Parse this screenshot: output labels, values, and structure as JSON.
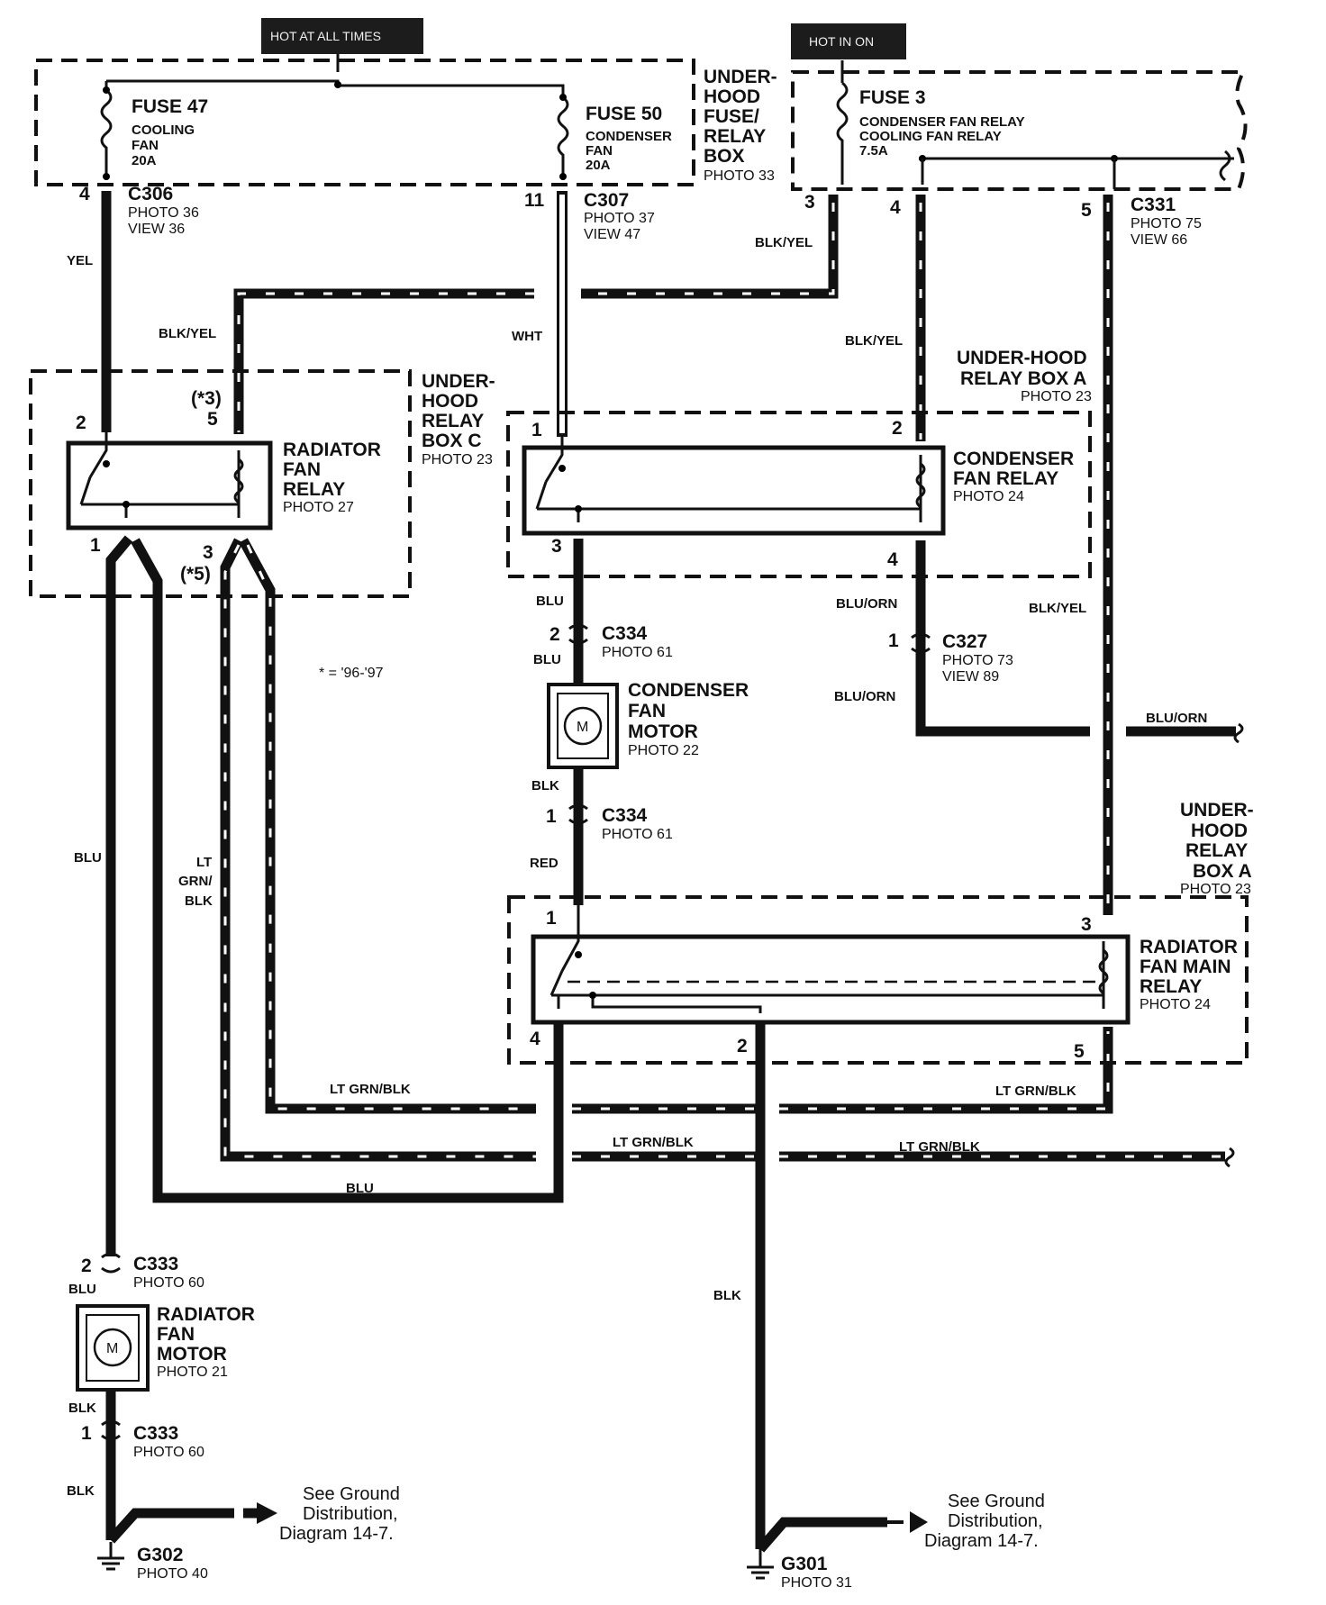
{
  "power_labels": {
    "hot_at_all_times": "HOT AT ALL TIMES",
    "hot_in_on": "HOT IN ON"
  },
  "underhood_fuse_box": {
    "line1": "UNDER-",
    "line2": "HOOD",
    "line3": "FUSE/",
    "line4": "RELAY",
    "line5": "BOX",
    "photo": "PHOTO 33"
  },
  "fuse47": {
    "name": "FUSE 47",
    "line1": "COOLING",
    "line2": "FAN",
    "rating": "20A"
  },
  "fuse50": {
    "name": "FUSE 50",
    "line1": "CONDENSER",
    "line2": "FAN",
    "rating": "20A"
  },
  "fuse3": {
    "name": "FUSE 3",
    "line1": "CONDENSER FAN RELAY",
    "line2": "COOLING FAN RELAY",
    "rating": "7.5A"
  },
  "c306": {
    "name": "C306",
    "photo": "PHOTO 36",
    "view": "VIEW 36",
    "pin": "4"
  },
  "c307": {
    "name": "C307",
    "photo": "PHOTO 37",
    "view": "VIEW 47",
    "pin": "11"
  },
  "c331": {
    "name": "C331",
    "photo": "PHOTO 75",
    "view": "VIEW 66",
    "pins": [
      "3",
      "4",
      "5"
    ]
  },
  "wires": {
    "yel": "YEL",
    "blk_yel": "BLK/YEL",
    "wht": "WHT",
    "blu": "BLU",
    "blu_orn": "BLU/ORN",
    "blk": "BLK",
    "red": "RED",
    "lt_grn_blk": "LT GRN/BLK",
    "lt": "LT",
    "grn": "GRN/",
    "blk2": "BLK"
  },
  "relay_box_c": {
    "line1": "UNDER-",
    "line2": "HOOD",
    "line3": "RELAY",
    "line4": "BOX C",
    "photo": "PHOTO 23"
  },
  "radiator_fan_relay": {
    "line1": "RADIATOR",
    "line2": "FAN",
    "line3": "RELAY",
    "photo": "PHOTO 27",
    "pins": {
      "p1": "1",
      "p2": "2",
      "p3": "3",
      "p5": "5",
      "n3": "(*3)",
      "n5": "(*5)"
    }
  },
  "relay_box_a_top": {
    "line1": "UNDER-HOOD",
    "line2": "RELAY BOX A",
    "photo": "PHOTO 23"
  },
  "condenser_fan_relay": {
    "line1": "CONDENSER",
    "line2": "FAN RELAY",
    "photo": "PHOTO 24",
    "pins": {
      "p1": "1",
      "p2": "2",
      "p3": "3",
      "p4": "4"
    }
  },
  "footnote": "* = '96-'97",
  "c334_top": {
    "name": "C334",
    "photo": "PHOTO 61",
    "pin": "2"
  },
  "c334_bot": {
    "name": "C334",
    "photo": "PHOTO 61",
    "pin": "1"
  },
  "c327": {
    "name": "C327",
    "photo": "PHOTO 73",
    "view": "VIEW 89",
    "pin": "1"
  },
  "condenser_fan_motor": {
    "line1": "CONDENSER",
    "line2": "FAN",
    "line3": "MOTOR",
    "photo": "PHOTO 22",
    "symbol": "M"
  },
  "relay_box_a_right": {
    "line1": "UNDER-",
    "line2": "HOOD",
    "line3": "RELAY",
    "line4": "BOX A",
    "photo": "PHOTO 23"
  },
  "radiator_fan_main_relay": {
    "line1": "RADIATOR",
    "line2": "FAN MAIN",
    "line3": "RELAY",
    "photo": "PHOTO 24",
    "pins": {
      "p1": "1",
      "p2": "2",
      "p3": "3",
      "p4": "4",
      "p5": "5"
    }
  },
  "c333_top": {
    "name": "C333",
    "photo": "PHOTO 60",
    "pin": "2"
  },
  "c333_bot": {
    "name": "C333",
    "photo": "PHOTO 60",
    "pin": "1"
  },
  "radiator_fan_motor": {
    "line1": "RADIATOR",
    "line2": "FAN",
    "line3": "MOTOR",
    "photo": "PHOTO 21",
    "symbol": "M"
  },
  "g302": {
    "name": "G302",
    "photo": "PHOTO 40"
  },
  "g301": {
    "name": "G301",
    "photo": "PHOTO 31"
  },
  "ground_ref": {
    "line1": "See Ground",
    "line2": "Distribution,",
    "line3": "Diagram 14-7."
  }
}
